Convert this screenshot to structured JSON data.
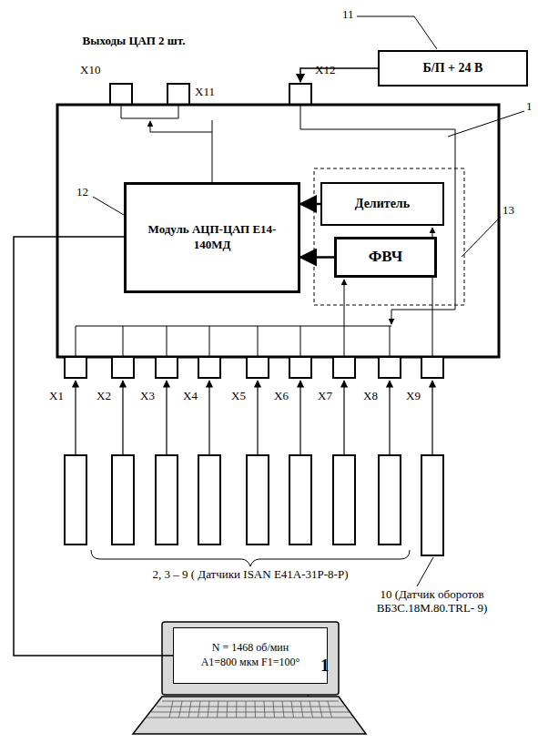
{
  "diagram": {
    "nodes": [
      {
        "text": [
          "Б/П + 24 В"
        ]
      },
      {
        "text": [
          "Модуль АЦП-ЦАП Е14-140МД"
        ]
      },
      {
        "text": [
          "Делитель"
        ]
      },
      {
        "text": [
          "ФВЧ"
        ]
      },
      {
        "text": [
          "N = 1468 об/мин",
          "A1=800 мкм F1=100°"
        ]
      }
    ],
    "edges": [
      {
        "from": 2,
        "to": 1,
        "arrow": "to"
      },
      {
        "from": 3,
        "to": 1,
        "arrow": "to"
      },
      {
        "from": 1,
        "to": 4,
        "arrow": "none"
      }
    ],
    "labels": [
      "Выходы ЦАП 2 шт.",
      "X10",
      "X11",
      "X12",
      "11",
      "1",
      "12",
      "13",
      "X1",
      "X2",
      "X3",
      "X4",
      "X5",
      "X6",
      "X7",
      "X8",
      "X9",
      "2, 3 – 9 ( Датчики ISAN E41A-31P-8-P)",
      "10 (Датчик оборотов ВБ3С.18М.80.TRL- 9)",
      "1"
    ]
  }
}
